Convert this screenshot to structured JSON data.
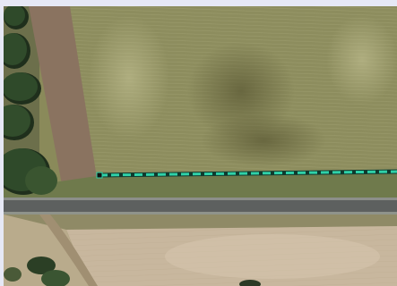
{
  "map": {
    "view": "satellite",
    "colors": {
      "field": "#8d8d5e",
      "field_light": "#a9a978",
      "field_dark": "#6b6a40",
      "dirt_track": "#8a7360",
      "trees": "#2f4a2a",
      "tree_shadow": "#1f2f1c",
      "grass_strip": "#6f7a4c",
      "road": "#5d605f",
      "road_edge": "#8c8f8a",
      "lower_field": "#c8b79e",
      "lower_field_light": "#d7c8b0",
      "boundary_line": "#2fd1a8",
      "boundary_outline": "#0f3a2e",
      "background": "#e6e8f5"
    },
    "boundary": {
      "style": "dashed",
      "vertex_marker": "square"
    }
  }
}
